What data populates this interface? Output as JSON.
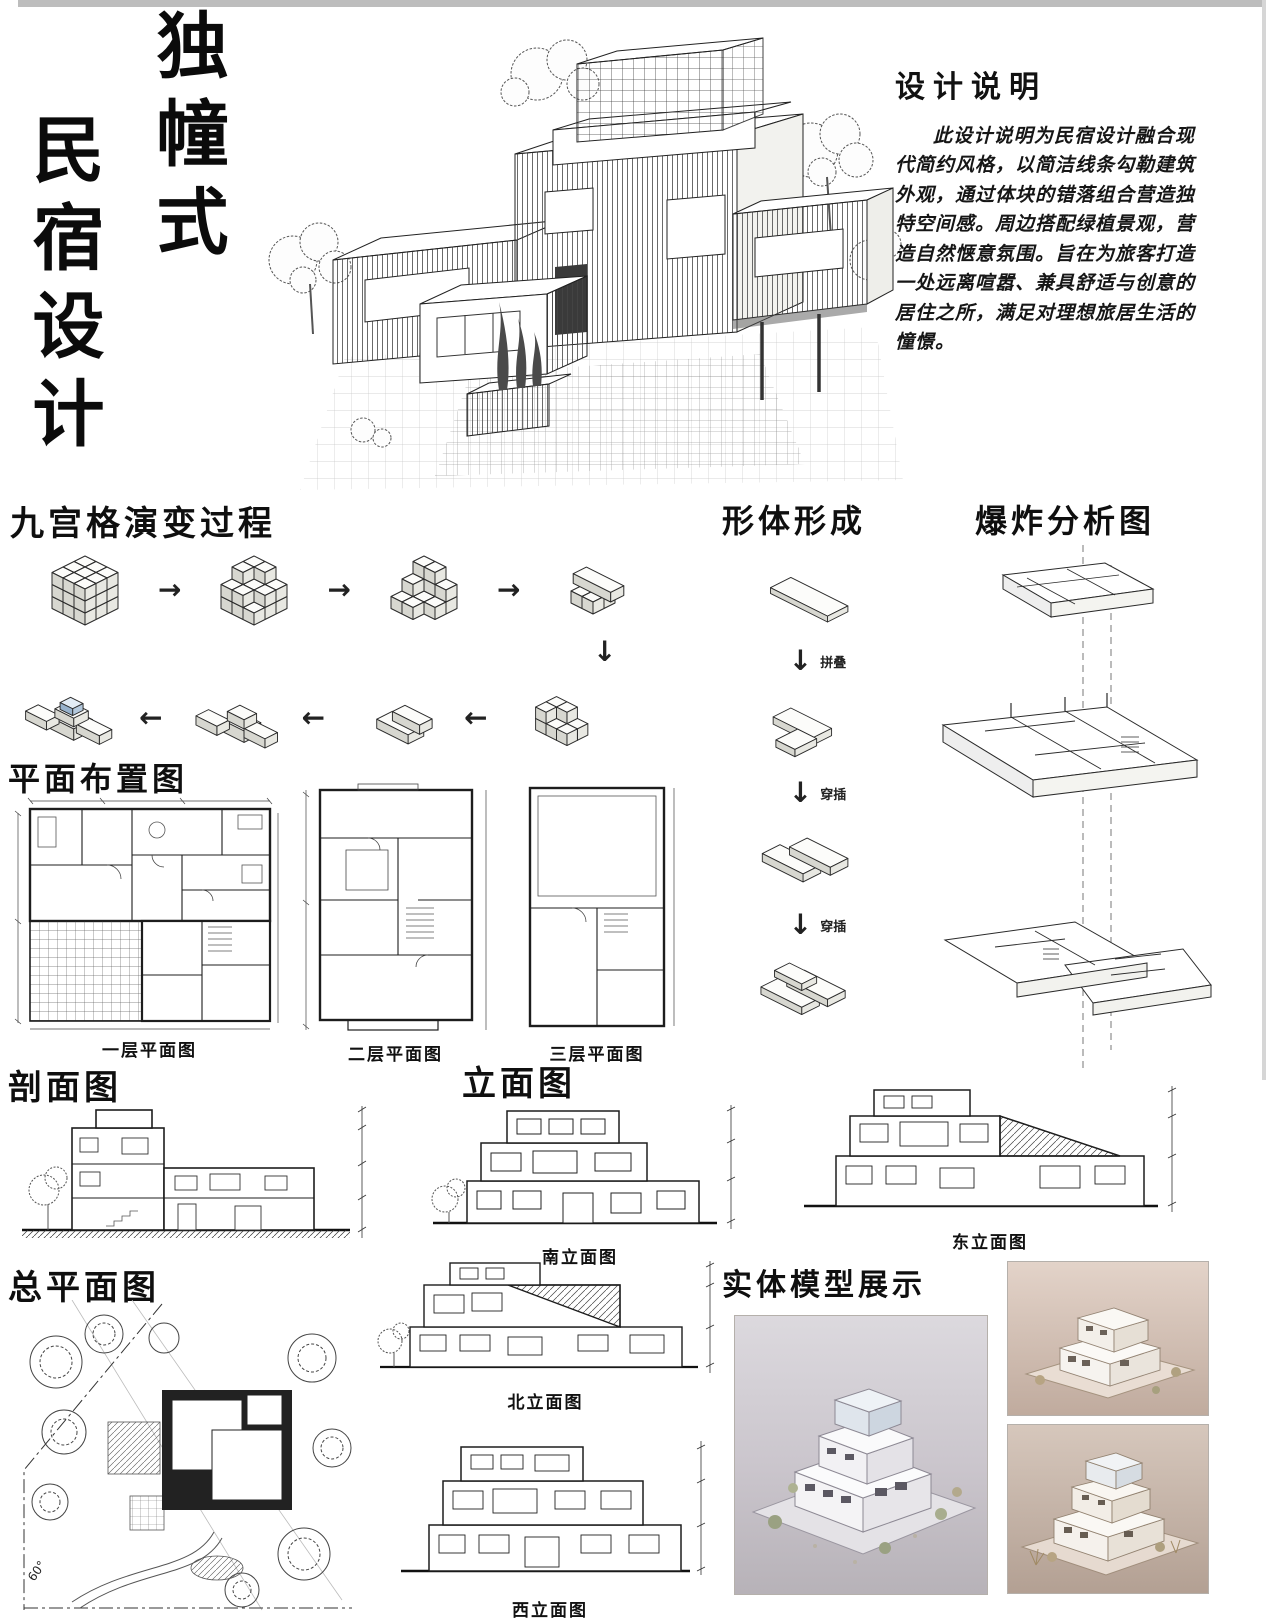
{
  "board": {
    "title_vertical_right": "独幢式",
    "title_vertical_left": "民宿设计"
  },
  "design_notes": {
    "heading": "设计说明",
    "body": "此设计说明为民宿设计融合现代简约风格，以简洁线条勾勒建筑外观，通过体块的错落组合营造独特空间感。周边搭配绿植景观，营造自然惬意氛围。旨在为旅客打造一处远离喧嚣、兼具舒适与创意的居住之所，满足对理想旅居生活的憧憬。"
  },
  "sections": {
    "evolution": {
      "heading": "九宫格演变过程"
    },
    "form": {
      "heading": "形体形成",
      "step_labels": [
        "拼叠",
        "穿插",
        "穿插"
      ]
    },
    "exploded": {
      "heading": "爆炸分析图"
    },
    "plans": {
      "heading": "平面布置图",
      "captions": [
        "一层平面图",
        "二层平面图",
        "三层平面图"
      ]
    },
    "section_view": {
      "heading": "剖面图"
    },
    "elevations": {
      "heading": "立面图",
      "south": "南立面图",
      "east": "东立面图",
      "north": "北立面图",
      "west": "西立面图"
    },
    "site": {
      "heading": "总平面图",
      "angle_label": "60°"
    },
    "model": {
      "heading": "实体模型展示"
    }
  },
  "icons": {
    "arrow_right": "→",
    "arrow_left": "←",
    "arrow_down": "↓"
  },
  "colors": {
    "ink": "#1c1c1c",
    "glass": "#a9c0d6",
    "photo_warm": "#d3c0b4",
    "photo_cool": "#c9c4cb"
  }
}
